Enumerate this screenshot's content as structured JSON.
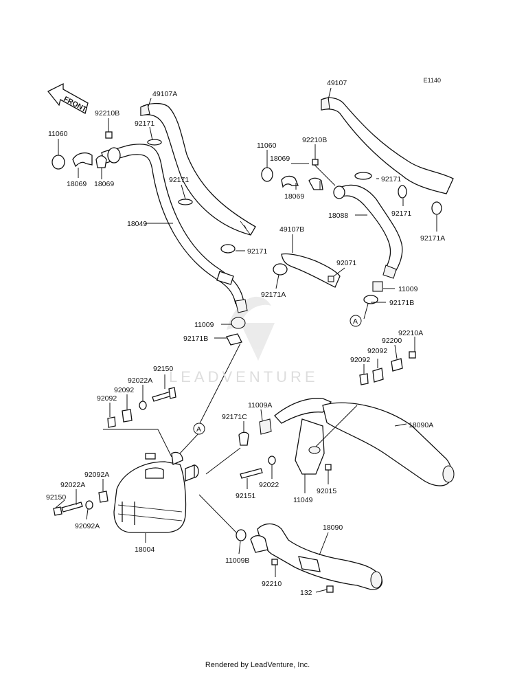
{
  "diagram_code": "E1140",
  "watermark": "LEADVENTURE",
  "footer": "Rendered by LeadVenture, Inc.",
  "front_arrow": "FRONT",
  "callouts": [
    "A",
    "A"
  ],
  "labels": [
    "49107A",
    "92210B",
    "92171",
    "11060",
    "18069",
    "18069",
    "92171",
    "18049",
    "92171",
    "11009",
    "92171B",
    "49107",
    "11060",
    "92210B",
    "18069",
    "92171",
    "18069",
    "18088",
    "92171",
    "92171A",
    "49107B",
    "92071",
    "92171A",
    "11009",
    "92171B",
    "92210A",
    "92200",
    "92092",
    "92092",
    "92150",
    "92022A",
    "92092",
    "92092",
    "11009A",
    "92171C",
    "18090A",
    "92022",
    "92015",
    "92151",
    "11049",
    "92092A",
    "92022A",
    "92150",
    "92092A",
    "18004",
    "18090",
    "11009B",
    "92210",
    "132"
  ]
}
